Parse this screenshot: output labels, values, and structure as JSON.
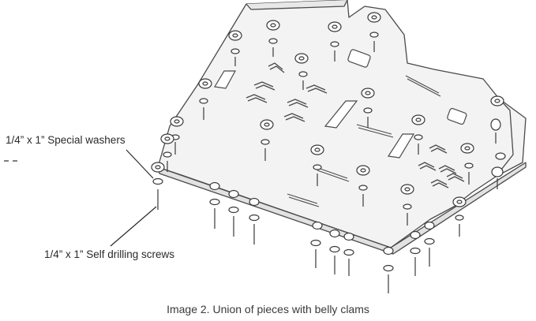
{
  "diagram": {
    "labels": {
      "washers": "1/4” x 1” Special washers",
      "screws": "1/4” x 1” Self drilling screws"
    },
    "caption": "Image 2. Union of pieces with belly clams"
  },
  "colors": {
    "line": "#4a4a4a",
    "plate": "#f3f3f3",
    "text": "#2a2a2a"
  }
}
